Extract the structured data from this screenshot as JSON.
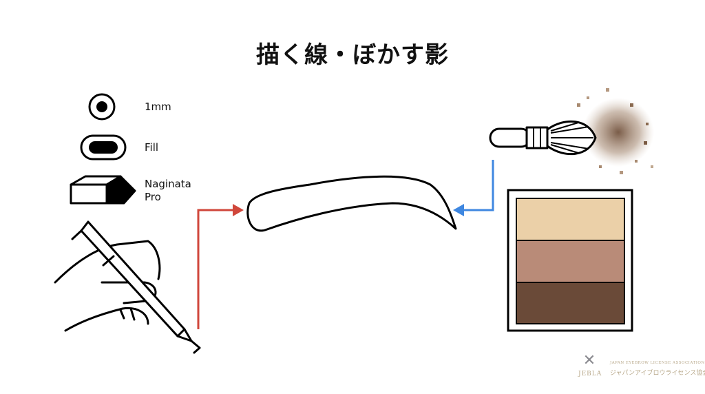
{
  "title": "描く線・ぼかす影",
  "tools": [
    {
      "label": "1mm",
      "icon": "round-tip-icon"
    },
    {
      "label": "Fill",
      "icon": "oval-tip-icon"
    },
    {
      "label": "Naginata Pro",
      "icon": "angled-tip-icon"
    }
  ],
  "palette": {
    "colors": [
      "#ebd0a8",
      "#b98b78",
      "#6a4a38"
    ]
  },
  "arrows": {
    "draw_color": "#d0473b",
    "shade_color": "#3f87e0"
  },
  "logo": {
    "abbr": "JEBLA",
    "english": "JAPAN EYEBROW LICENSE ASSOCIATION",
    "japanese": "ジャパンアイブロウライセンス協会"
  }
}
